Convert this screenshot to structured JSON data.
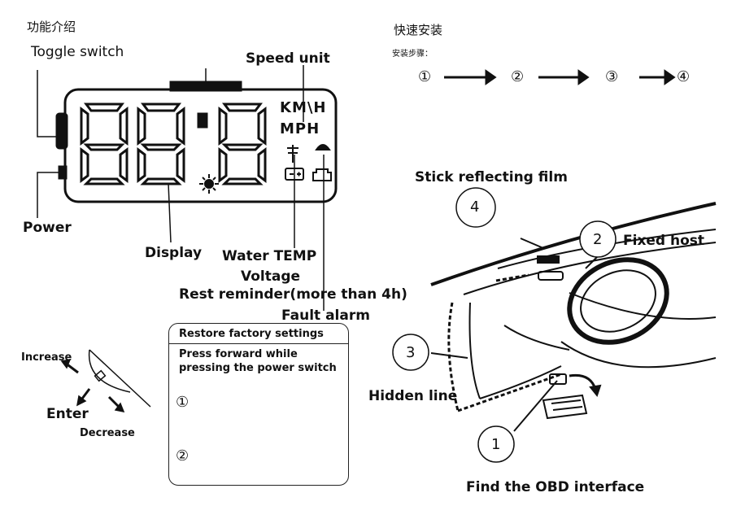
{
  "left_section": {
    "title": "功能介绍",
    "toggle_switch": "Toggle switch",
    "speed_unit": "Speed unit",
    "unit_kmh": "KM\\H",
    "unit_mph": "MPH",
    "power": "Power",
    "display": "Display",
    "water_temp": "Water TEMP",
    "voltage": "Voltage",
    "rest_reminder": "Rest reminder(more than 4h)",
    "fault_alarm": "Fault alarm",
    "digits": "888"
  },
  "controls": {
    "increase": "Increase",
    "enter": "Enter",
    "decrease": "Decrease"
  },
  "restore_box": {
    "title": "Restore factory settings",
    "line1": "Press forward while",
    "line2": "pressing the power switch",
    "step1": "①",
    "step2": "②"
  },
  "right_section": {
    "title": "快速安装",
    "steps_label": "安装步骤：",
    "steps": [
      "①",
      "②",
      "③",
      "④"
    ],
    "stick_film": "Stick reflecting film",
    "fixed_host": "Fixed host",
    "hidden_line": "Hidden line",
    "find_obd": "Find the OBD interface",
    "callouts": [
      "4",
      "2",
      "3",
      "1"
    ]
  }
}
